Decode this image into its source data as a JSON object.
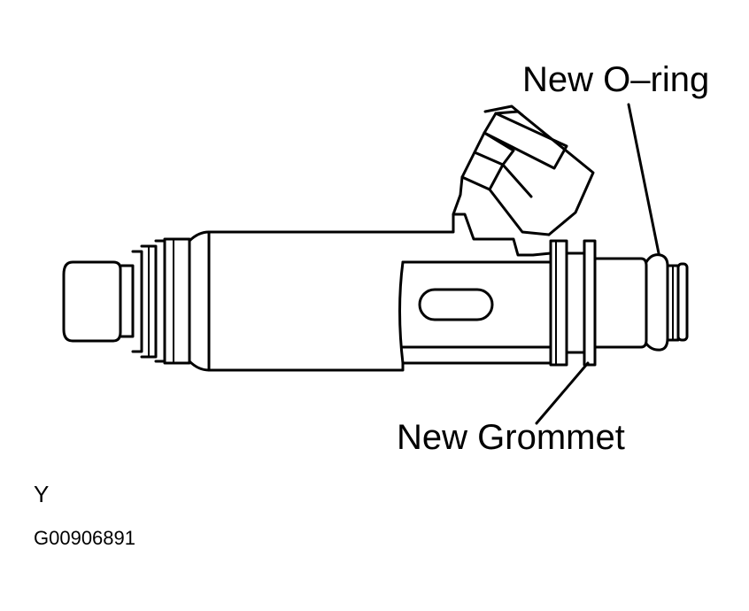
{
  "labels": {
    "o_ring": "New O–ring",
    "grommet": "New Grommet",
    "view_letter": "Y",
    "figure_code": "G00906891"
  },
  "colors": {
    "line": "#000000",
    "background": "#ffffff"
  }
}
